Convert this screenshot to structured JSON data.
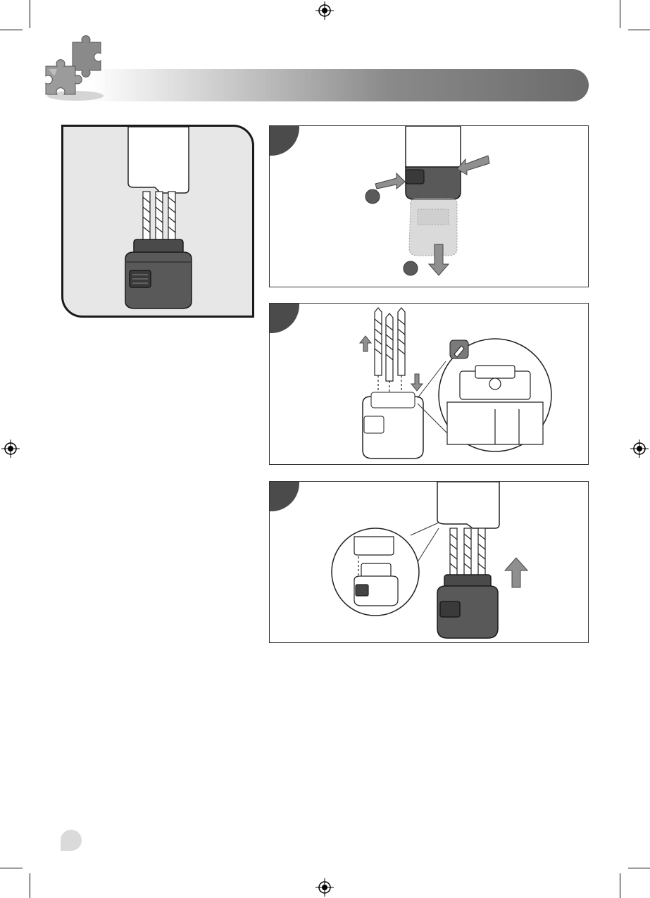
{
  "page": {
    "background": "#ffffff",
    "header_bar_color": "#7a7a7a",
    "step_tab_color": "#4b4b4b",
    "accessory_color": "#5a5a5a",
    "card_background": "#e7e7e7",
    "page_tab_color": "#dadada"
  },
  "icons": {
    "header": "puzzle-pieces-icon",
    "registration": "registration-mark-icon",
    "drill_bit": "drill-bit-icon",
    "arrow": "arrow-icon",
    "magnifier": "zoom-detail-icon"
  },
  "panels": [
    {
      "step": "",
      "content": "detach-storage-cap"
    },
    {
      "step": "",
      "content": "insert-drill-bits"
    },
    {
      "step": "",
      "content": "reattach-storage-cap"
    }
  ]
}
